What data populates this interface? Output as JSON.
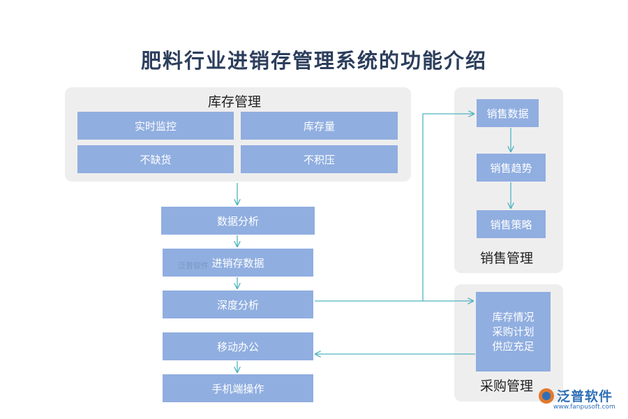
{
  "title": "肥料行业进销存管理系统的功能介绍",
  "inventory": {
    "label": "库存管理",
    "items": [
      "实时监控",
      "库存量",
      "不缺货",
      "不积压"
    ]
  },
  "flow": [
    "数据分析",
    "进销存数据",
    "深度分析",
    "移动办公",
    "手机端操作"
  ],
  "sales": {
    "label": "销售管理",
    "items": [
      "销售数据",
      "销售趋势",
      "销售策略"
    ]
  },
  "purchase": {
    "label": "采购管理",
    "lines": [
      "库存情况",
      "采购计划",
      "供应充足"
    ]
  },
  "watermark": "泛普软件",
  "logo": {
    "text": "泛普软件",
    "url": "www.fanpusoft.com"
  },
  "colors": {
    "box": "#90aee0",
    "panel": "#efeeee",
    "line": "#4fb3c0",
    "title": "#2c3e5c"
  }
}
